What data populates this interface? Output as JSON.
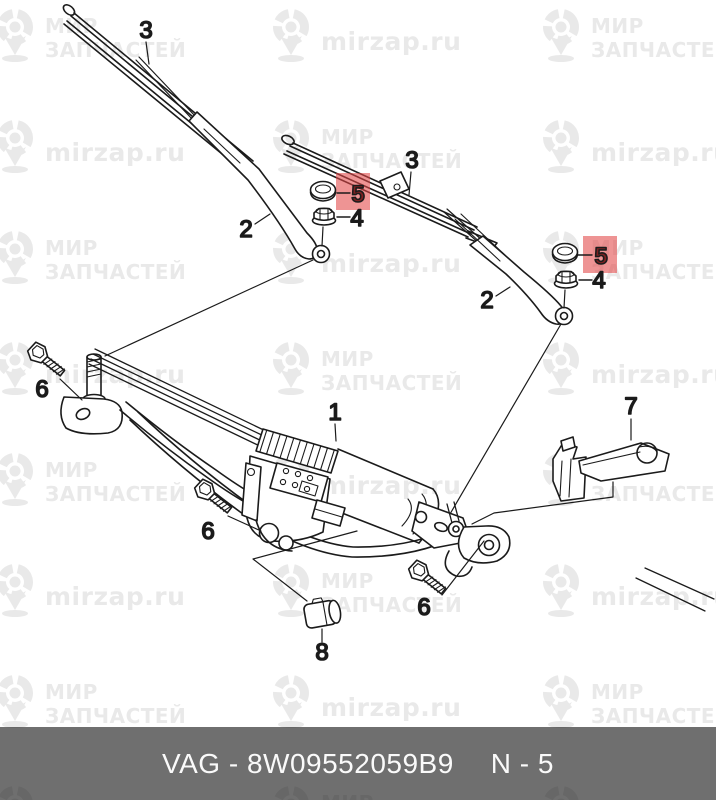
{
  "watermark": {
    "brand_line1": "МИР",
    "brand_line2": "ЗАПЧАСТЕЙ",
    "url": "mirzap.ru",
    "logo": "map-pin-badge-icon"
  },
  "diagram": {
    "description": "Exploded parts diagram of windscreen wiper system: wiper blades, wiper arms, cap nuts, linkage frame with motor, bolts, bracket and rubber bushing",
    "callouts": {
      "1": "1",
      "2": "2",
      "3": "3",
      "4": "4",
      "5": "5",
      "6": "6",
      "7": "7",
      "8": "8"
    },
    "highlighted_callout": "5",
    "colors": {
      "line": "#1b1b1b",
      "highlight_bg": "#F09B9B",
      "highlight_text": "#7C2121",
      "watermark": "#E9E9E9"
    }
  },
  "footer": {
    "left": "VAG - 8W09552059B9",
    "right": "N - 5",
    "bg": "#6E6E6E",
    "text_color": "#FAFAFA"
  }
}
